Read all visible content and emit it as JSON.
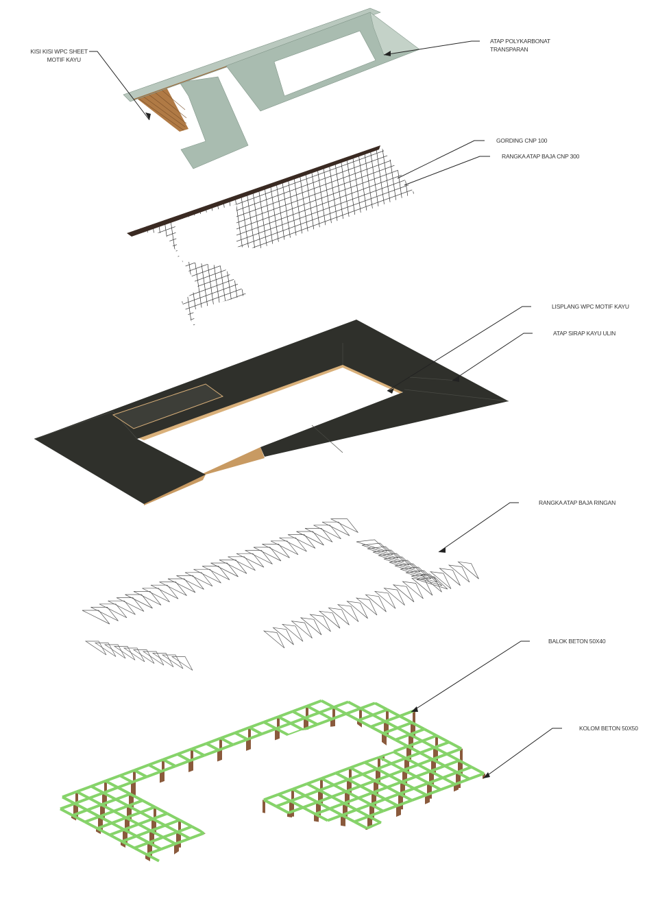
{
  "labels": {
    "kisi_line1": "KISI KISI WPC SHEET",
    "kisi_line2": "MOTIF KAYU",
    "polycarbonate_line1": "ATAP POLYKARBONAT",
    "polycarbonate_line2": "TRANSPARAN",
    "gording": "GORDING CNP 100",
    "rangka_cnp": "RANGKA ATAP BAJA CNP 300",
    "lisplang": "LISPLANG WPC MOTIF KAYU",
    "sirap": "ATAP SIRAP KAYU ULIN",
    "baja_ringan": "RANGKA ATAP BAJA RINGAN",
    "balok": "BALOK BETON 50X40",
    "kolom": "KOLOM BETON 50X50"
  },
  "colors": {
    "polycarbonate": "#a9bcb0",
    "wood": "#b07a45",
    "shingle": "#2f302b",
    "beam": "#86d36a",
    "column": "#8a5a3c",
    "steel": "#3a3a3a"
  }
}
